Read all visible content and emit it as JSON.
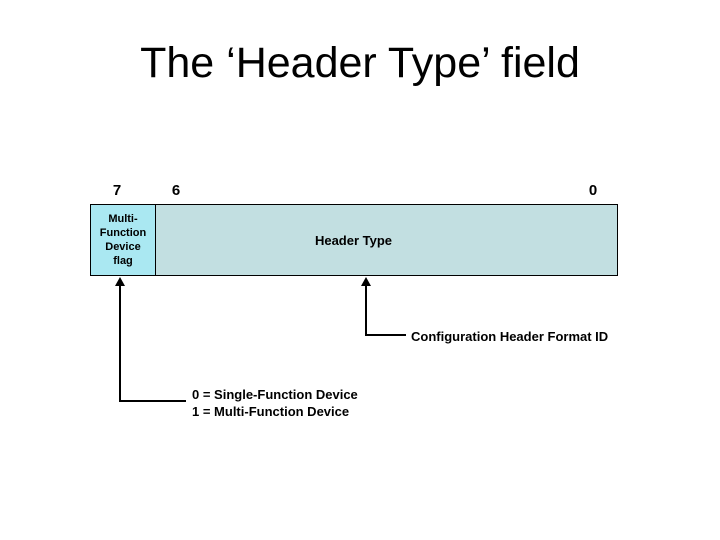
{
  "slide": {
    "title": "The ‘Header Type’ field"
  },
  "bits": {
    "b7": "7",
    "b6": "6",
    "b0": "0"
  },
  "field_box": {
    "flag_cell": {
      "lines": [
        "Multi-",
        "Function",
        "Device",
        "flag"
      ]
    },
    "type_cell": {
      "label": "Header Type"
    }
  },
  "callouts": {
    "format_id_label": "Configuration Header Format ID",
    "flag_legend": [
      "0 = Single-Function Device",
      "1 = Multi-Function Device"
    ]
  },
  "colors": {
    "flag_cell_bg": "#aae8f2",
    "type_cell_bg": "#c2dfe1",
    "line": "#000000"
  }
}
